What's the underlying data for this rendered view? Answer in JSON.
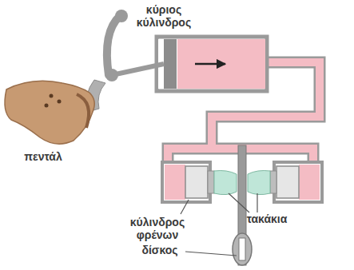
{
  "diagram": {
    "labels": [
      "κύριος κύλινδρος",
      "πεντάλ",
      "κύλινδρος φρένων",
      "τακάκια",
      "δίσκος"
    ]
  }
}
